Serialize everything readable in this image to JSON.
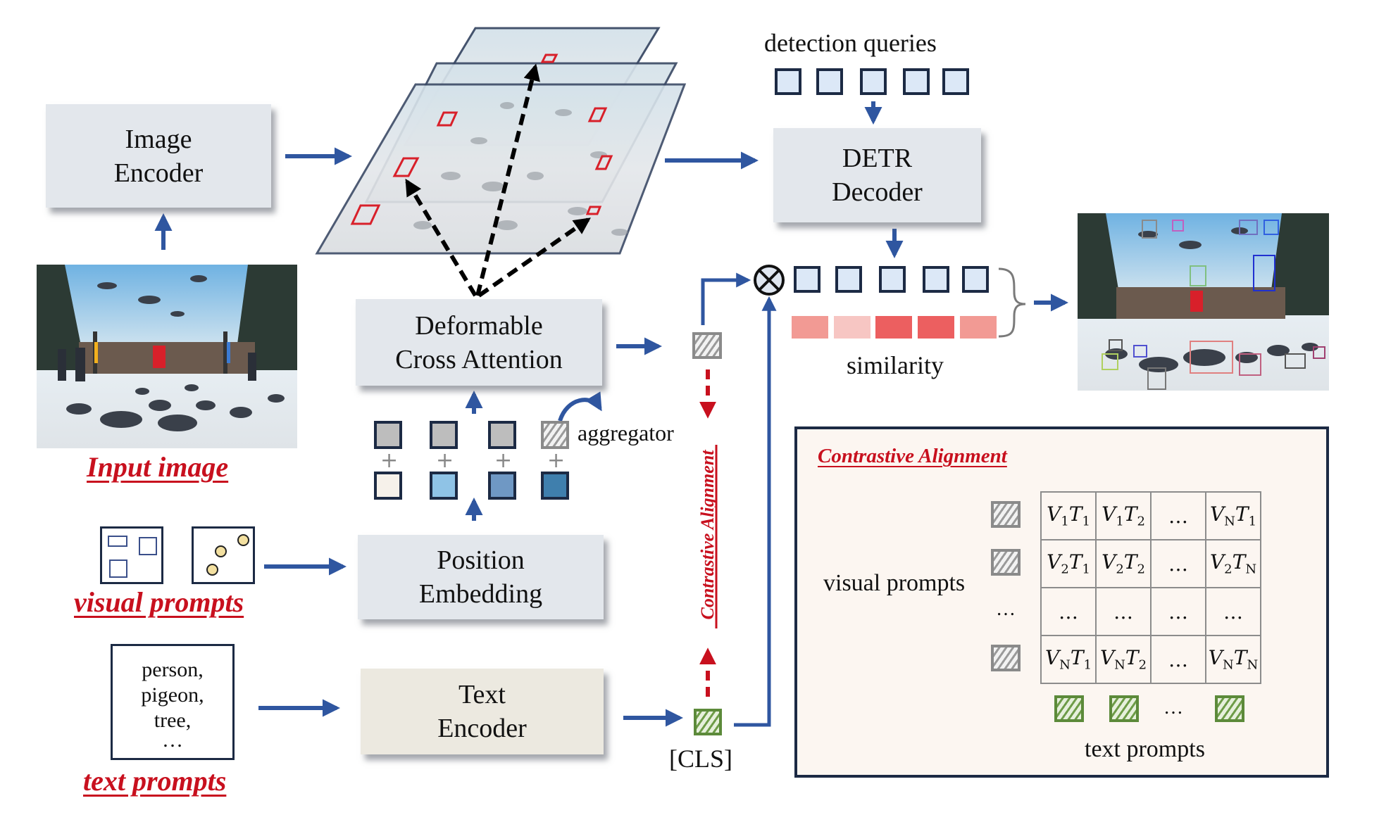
{
  "blocks": {
    "image_encoder": [
      "Image",
      "Encoder"
    ],
    "detr_decoder": [
      "DETR",
      "Decoder"
    ],
    "deformable": [
      "Deformable",
      "Cross Attention"
    ],
    "position_embedding": [
      "Position",
      "Embedding"
    ],
    "text_encoder": [
      "Text",
      "Encoder"
    ]
  },
  "labels": {
    "input_image": "Input image",
    "visual_prompts": "visual prompts",
    "text_prompts": "text prompts",
    "detection_queries": "detection queries",
    "similarity": "similarity",
    "aggregator": "aggregator",
    "cls": "[CLS]",
    "contrastive_vertical": "Contrastive Alignment"
  },
  "text_prompt_box": [
    "person,",
    "pigeon,",
    "tree,",
    "…"
  ],
  "contrastive_panel": {
    "title": "Contrastive Alignment",
    "row_label": "visual prompts",
    "col_label": "text prompts",
    "ellipsis": "…",
    "matrix": [
      [
        [
          "V",
          "1",
          "T",
          "1"
        ],
        [
          "V",
          "1",
          "T",
          "2"
        ],
        [
          "…"
        ],
        [
          "V",
          "N",
          "T",
          "1"
        ]
      ],
      [
        [
          "V",
          "2",
          "T",
          "1"
        ],
        [
          "V",
          "2",
          "T",
          "2"
        ],
        [
          "…"
        ],
        [
          "V",
          "2",
          "T",
          "N"
        ]
      ],
      [
        [
          "…"
        ],
        [
          "…"
        ],
        [
          "…"
        ],
        [
          "…"
        ]
      ],
      [
        [
          "V",
          "N",
          "T",
          "1"
        ],
        [
          "V",
          "N",
          "T",
          "2"
        ],
        [
          "…"
        ],
        [
          "V",
          "N",
          "T",
          "N"
        ]
      ]
    ]
  },
  "similarity_colors": [
    "#f29a94",
    "#f7c6c3",
    "#ec5f60",
    "#ec5f60",
    "#f29a94"
  ],
  "position_tokens": {
    "top_colors": [
      "#bdbdbd",
      "#bdbdbd",
      "#bdbdbd"
    ],
    "bottom_colors": [
      "#f6f1ea",
      "#8fc3e6",
      "#6f98c4",
      "#3f7fad"
    ],
    "plus": "+"
  },
  "colors": {
    "arrow_blue": "#2f56a0",
    "label_red": "#c8101e",
    "block_grey": "#e3e7ec",
    "block_beige": "#ece9e0",
    "panel_bg": "#fcf6f1",
    "panel_border": "#1c2a44"
  }
}
